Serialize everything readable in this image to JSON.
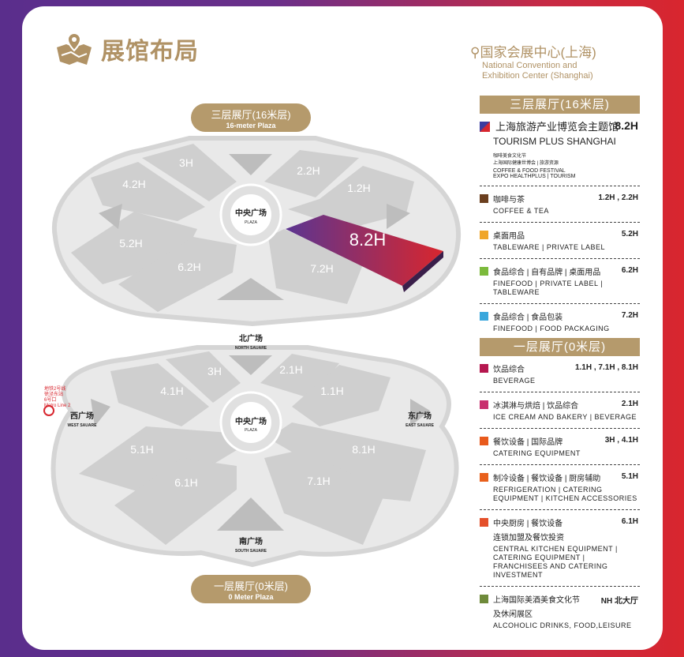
{
  "title": "展馆布局",
  "venue": {
    "cn": "国家会展中心(上海)",
    "en1": "National Convention and",
    "en2": "Exhibition Center (Shanghai)"
  },
  "upper_floor": {
    "label_cn": "三层展厅(16米层)",
    "label_en": "16-meter Plaza",
    "plaza_cn": "中央广场",
    "plaza_en": "PLAZA",
    "halls": [
      "3H",
      "2.2H",
      "4.2H",
      "1.2H",
      "5.2H",
      "6.2H",
      "7.2H",
      "8.2H"
    ]
  },
  "lower_floor": {
    "label_cn": "一层展厅(0米层)",
    "label_en": "0 Meter Plaza",
    "plaza_cn": "中央广场",
    "plaza_en": "PLAZA",
    "north_cn": "北广场",
    "north_en": "NORTH SAUARE",
    "south_cn": "南广场",
    "south_en": "SOUTH SAUARE",
    "west_cn": "西广场",
    "west_en": "WEST SAUARE",
    "east_cn": "东广场",
    "east_en": "EAST SAUARE",
    "halls": [
      "3H",
      "2.1H",
      "4.1H",
      "1.1H",
      "5.1H",
      "8.1H",
      "6.1H",
      "7.1H"
    ],
    "metro": [
      "地铁2号线",
      "徐泾东站",
      "6号口",
      "Metro Line 2"
    ]
  },
  "legend_upper": {
    "header": "三层展厅(16米层)",
    "featured": {
      "cn": "上海旅游产业博览会主题馆",
      "code": "8.2H",
      "en": "TOURISM PLUS SHANGHAI",
      "sub_cn1": "咖啡美食文化节",
      "sub_cn2": "上海国际健康世博会 | 旅游资源",
      "sub_en1": "COFFEE & FOOD FESTIVAL",
      "sub_en2": "EXPO HEALTHPLUS | TOURISM"
    },
    "items": [
      {
        "cn": "咖啡与茶",
        "code": "1.2H , 2.2H",
        "en": "COFFEE & TEA",
        "color": "#6b3f1f"
      },
      {
        "cn": "桌面用品",
        "code": "5.2H",
        "en": "TABLEWARE | PRIVATE LABEL",
        "color": "#f0a62a"
      },
      {
        "cn": "食品综合 | 自有品牌 | 桌面用品",
        "code": "6.2H",
        "en": "FINEFOOD | PRIVATE LABEL | TABLEWARE",
        "color": "#7cba3c"
      },
      {
        "cn": "食品综合 | 食品包装",
        "code": "7.2H",
        "en": "FINEFOOD | FOOD PACKAGING",
        "color": "#3aa7dc"
      }
    ]
  },
  "legend_lower": {
    "header": "一层展厅(0米层)",
    "items": [
      {
        "cn": "饮品综合",
        "code": "1.1H , 7.1H , 8.1H",
        "en": "BEVERAGE",
        "color": "#b5174f"
      },
      {
        "cn": "冰淇淋与烘焙 | 饮品综合",
        "code": "2.1H",
        "en": "ICE CREAM AND BAKERY | BEVERAGE",
        "color": "#c8306e"
      },
      {
        "cn": "餐饮设备 | 国际品牌",
        "code": "3H , 4.1H",
        "en": "CATERING EQUIPMENT",
        "color": "#e85a1c"
      },
      {
        "cn": "制冷设备 | 餐饮设备 | 厨房辅助",
        "code": "5.1H",
        "en": "REFRIGERATION | CATERING EQUIPMENT | KITCHEN ACCESSORIES",
        "color": "#e8601c"
      },
      {
        "cn": "中央厨房 | 餐饮设备",
        "cn2": "连锁加盟及餐饮投资",
        "code": "6.1H",
        "en": "CENTRAL KITCHEN EQUIPMENT | CATERING EQUIPMENT | FRANCHISEES AND CATERING INVESTMENT",
        "color": "#e4502a"
      },
      {
        "cn": "上海国际美酒美食文化节",
        "cn2": "及休闲展区",
        "code": "NH 北大厅",
        "en": "ALCOHOLIC DRINKS, FOOD,LEISURE",
        "color": "#6e8a3a"
      }
    ]
  }
}
